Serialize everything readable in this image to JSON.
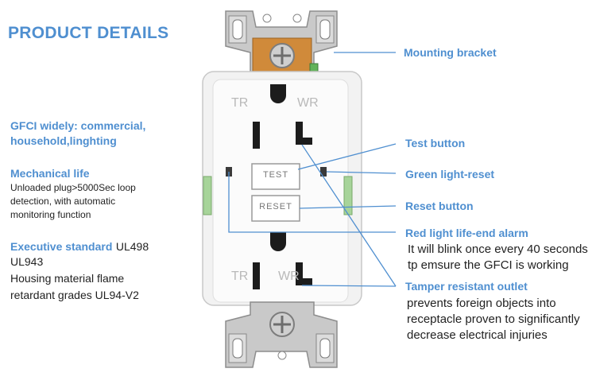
{
  "title": "PRODUCT DETAILS",
  "left": {
    "gfci_line1": "GFCI widely: commercial,",
    "gfci_line2": "household,linghting",
    "mech_title": "Mechanical life",
    "mech_line1": "Unloaded plug>5000Sec loop",
    "mech_line2": "detection, with automatic",
    "mech_line3": "monitoring function",
    "std_title": "Executive standard",
    "std_value1": "UL498",
    "std_value2": "UL943",
    "std_line3": "Housing material flame",
    "std_line4": "retardant grades UL94-V2"
  },
  "callouts": {
    "mounting": "Mounting bracket",
    "test": "Test button",
    "green": "Green light-reset",
    "reset": "Reset button",
    "red": "Red light life-end alarm",
    "red_desc1": "It will blink once every 40 seconds",
    "red_desc2": "tp emsure the GFCI is working",
    "tamper": "Tamper resistant outlet",
    "tamper_desc1": "prevents foreign objects into",
    "tamper_desc2": "receptacle proven to significantly",
    "tamper_desc3": "decrease electrical injuries"
  },
  "device": {
    "label_tr_top": "TR",
    "label_wr_top": "WR",
    "label_test": "TEST",
    "label_reset": "RESET",
    "label_tr_bottom": "TR",
    "label_wr_bottom": "WR"
  },
  "colors": {
    "accent": "#4f8fd0",
    "bracket": "#c9c9c9",
    "body": "#f7f7f7",
    "screw_plate": "#d08a3a"
  }
}
